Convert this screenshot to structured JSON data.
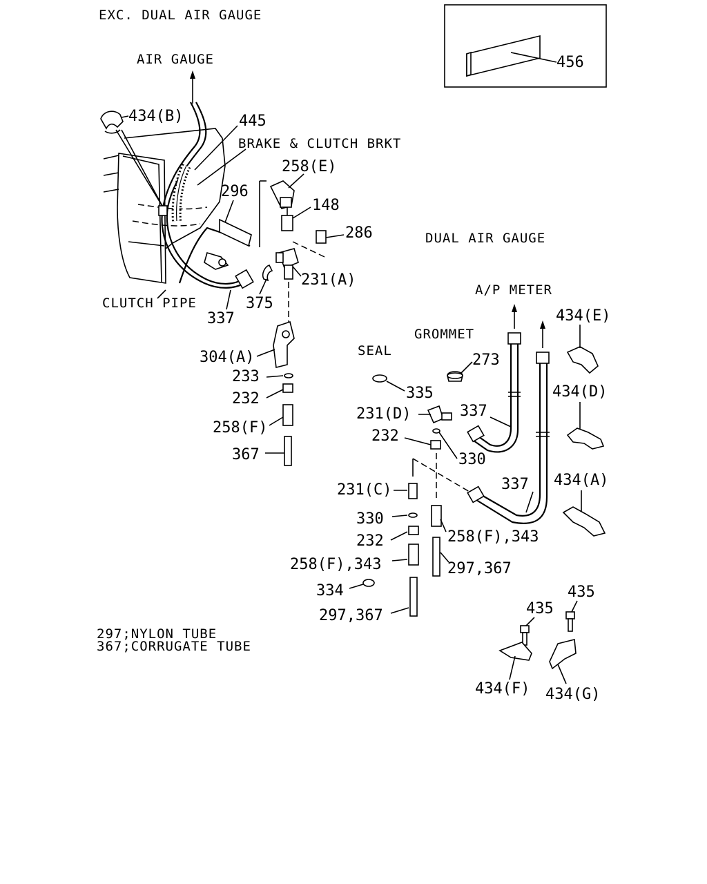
{
  "headings": {
    "exc": "EXC. DUAL AIR GAUGE",
    "air_gauge": "AIR GAUGE",
    "brake_brkt": "BRAKE & CLUTCH BRKT",
    "dual": "DUAL AIR GAUGE",
    "ap_meter": "A/P METER",
    "grommet": "GROMMET",
    "seal": "SEAL",
    "clutch_pipe": "CLUTCH PIPE"
  },
  "parts": {
    "p456": "456",
    "p434b": "434(B)",
    "p445": "445",
    "p258e": "258(E)",
    "p296": "296",
    "p148": "148",
    "p286": "286",
    "p231a": "231(A)",
    "p375": "375",
    "p337a": "337",
    "p304a": "304(A)",
    "p233": "233",
    "p232a": "232",
    "p258f_a": "258(F)",
    "p367a": "367",
    "p434e": "434(E)",
    "p273": "273",
    "p335": "335",
    "p337b": "337",
    "p434d": "434(D)",
    "p231d": "231(D)",
    "p232b": "232",
    "p330a": "330",
    "p337c": "337",
    "p434a": "434(A)",
    "p231c": "231(C)",
    "p330b": "330",
    "p232c": "232",
    "p258f343a": "258(F),343",
    "p258f343b": "258(F),343",
    "p297367a": "297,367",
    "p334": "334",
    "p297367b": "297,367",
    "p435a": "435",
    "p435b": "435",
    "p434f": "434(F)",
    "p434g": "434(G)"
  },
  "legend": {
    "line1": "297;NYLON TUBE",
    "line2": "367;CORRUGATE TUBE"
  }
}
